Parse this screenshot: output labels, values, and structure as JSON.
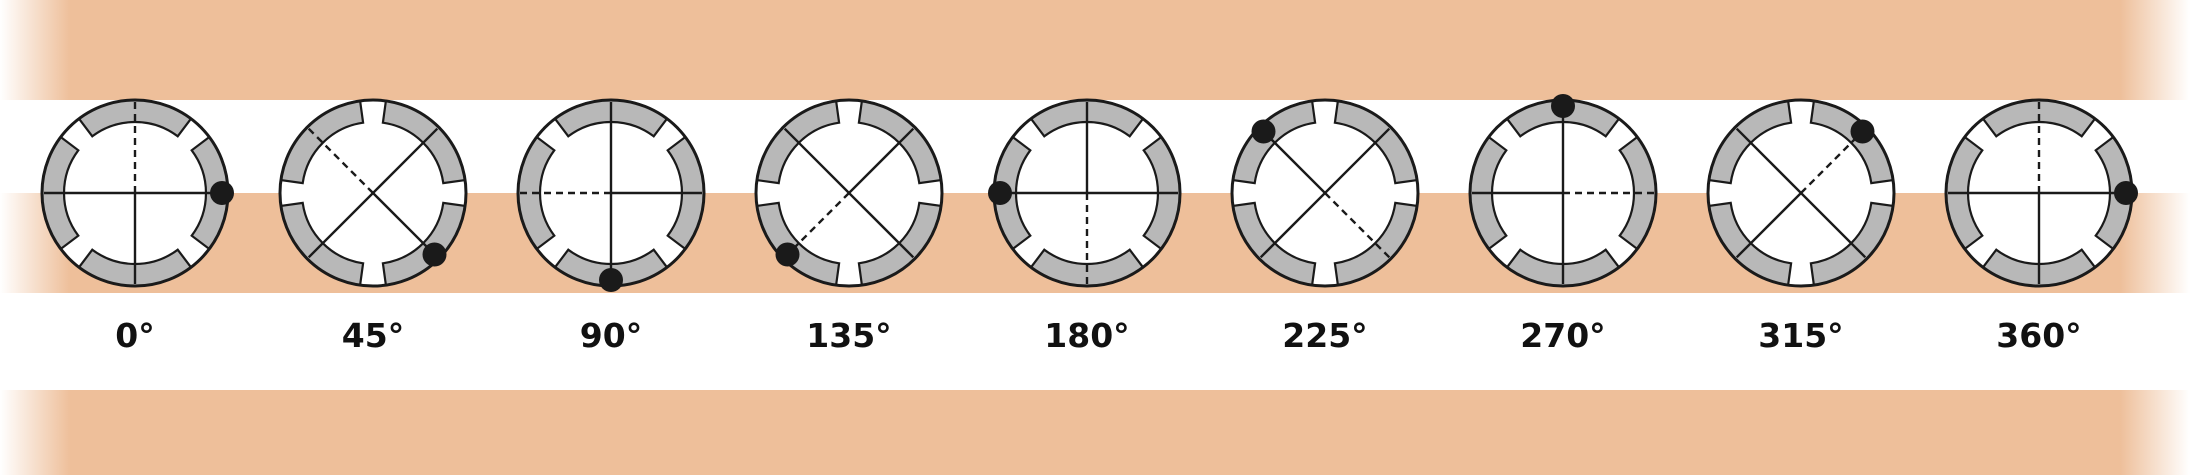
{
  "colors": {
    "band": "#eebf9a",
    "shoe": "#b8b8b8",
    "outline": "#1a1a1a",
    "background": "#ffffff"
  },
  "positions": [
    {
      "angle": 0,
      "label": "0°"
    },
    {
      "angle": 45,
      "label": "45°"
    },
    {
      "angle": 90,
      "label": "90°"
    },
    {
      "angle": 135,
      "label": "135°"
    },
    {
      "angle": 180,
      "label": "180°"
    },
    {
      "angle": 225,
      "label": "225°"
    },
    {
      "angle": 270,
      "label": "270°"
    },
    {
      "angle": 315,
      "label": "315°"
    },
    {
      "angle": 360,
      "label": "360°"
    }
  ]
}
